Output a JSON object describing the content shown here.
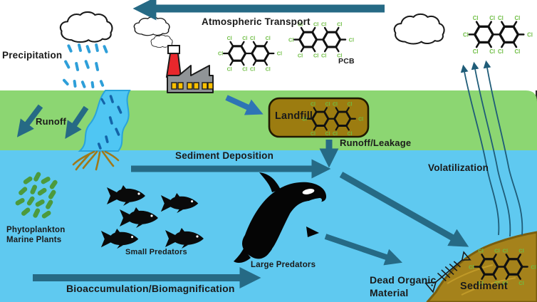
{
  "title": "PCB environmental cycle diagram",
  "molecule": {
    "cl": "Cl",
    "pcb_label": "PCB"
  },
  "labels": {
    "atmospheric_transport": "Atmospheric Transport",
    "precipitation": "Precipitation",
    "runoff": "Runoff",
    "landfill": "Landfill",
    "runoff_leakage": "Runoff/Leakage",
    "sediment_deposition": "Sediment Deposition",
    "volatilization": "Volatilization",
    "phytoplankton": "Phytoplankton",
    "marine_plants": "Marine Plants",
    "small_predators": "Small Predators",
    "large_predators": "Large Predators",
    "bioaccumulation": "Bioaccumulation/Biomagnification",
    "dead_organic_1": "Dead Organic",
    "dead_organic_2": "Material",
    "sediment": "Sediment"
  },
  "colors": {
    "sky": "#ffffff",
    "land": "#8cd672",
    "water": "#5fc9f0",
    "arrow": "#266a85",
    "arrow_blue": "#2e74b5",
    "volat_line": "#1f5c78",
    "landfill": "#9c7c10",
    "sediment": "#a5821b",
    "sediment_outline": "#7a5e0e",
    "chlorine": "#6fbe44",
    "plankton": "#4c9a3c",
    "rain": "#2e9fd9",
    "river": "#4fc6f3",
    "river_dash": "#1464a8",
    "chimney": "#e8272c",
    "window": "#ffc000",
    "factory_gray": "#909497",
    "ink": "#1a1a1a"
  }
}
